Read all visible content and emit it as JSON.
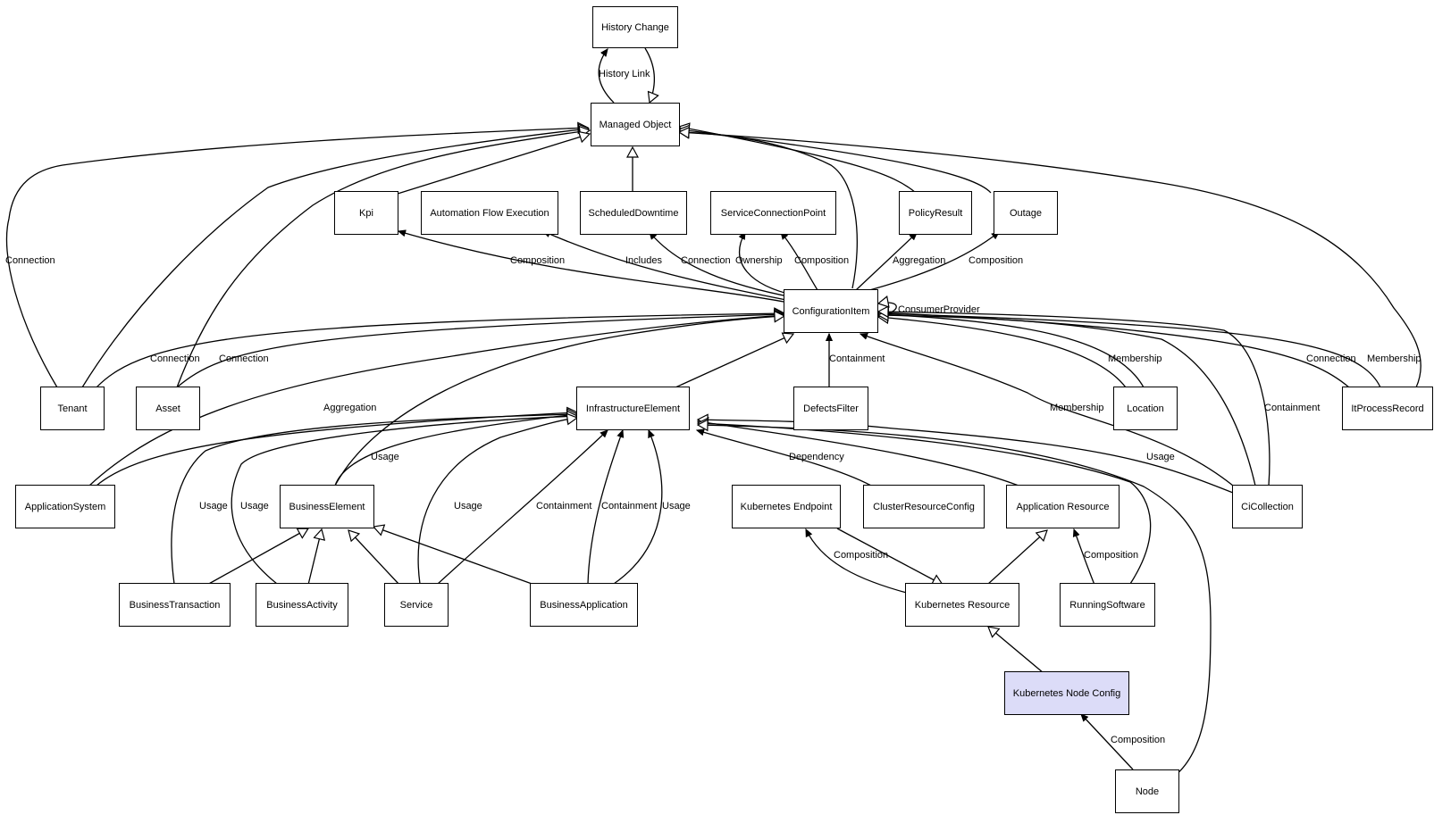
{
  "colors": {
    "highlight_fill": "#dcdcf8",
    "stroke": "#000000",
    "background": "#ffffff"
  },
  "nodes": {
    "history_change": "History Change",
    "managed_object": "Managed Object",
    "kpi": "Kpi",
    "automation_flow_execution": "Automation Flow Execution",
    "scheduled_downtime": "ScheduledDowntime",
    "service_connection_point": "ServiceConnectionPoint",
    "policy_result": "PolicyResult",
    "outage": "Outage",
    "configuration_item": "ConfigurationItem",
    "tenant": "Tenant",
    "asset": "Asset",
    "infrastructure_element": "InfrastructureElement",
    "defects_filter": "DefectsFilter",
    "location": "Location",
    "it_process_record": "ItProcessRecord",
    "application_system": "ApplicationSystem",
    "business_element": "BusinessElement",
    "kubernetes_endpoint": "Kubernetes Endpoint",
    "cluster_resource_config": "ClusterResourceConfig",
    "application_resource": "Application Resource",
    "ci_collection": "CiCollection",
    "business_transaction": "BusinessTransaction",
    "business_activity": "BusinessActivity",
    "service": "Service",
    "business_application": "BusinessApplication",
    "kubernetes_resource": "Kubernetes Resource",
    "running_software": "RunningSoftware",
    "kubernetes_node_config": "Kubernetes Node Config",
    "node": "Node"
  },
  "edge_labels": {
    "history_link": "History Link",
    "tenant_connection_mo": "Connection",
    "kpi_composition": "Composition",
    "afe_includes": "Includes",
    "sd_connection": "Connection",
    "scp_ownership": "Ownership",
    "scp_composition": "Composition",
    "pr_aggregation": "Aggregation",
    "outage_composition": "Composition",
    "consumer_provider": "ConsumerProvider",
    "tenant_connection_ci": "Connection",
    "asset_connection_ci": "Connection",
    "aggregation_appsys": "Aggregation",
    "containment_defects": "Containment",
    "location_membership": "Membership",
    "itpr_connection": "Connection",
    "itpr_membership": "Membership",
    "cicoll_membership": "Membership",
    "cicoll_containment": "Containment",
    "be_usage": "Usage",
    "dependency": "Dependency",
    "cicoll_usage": "Usage",
    "bt_usage": "Usage",
    "ba_usage": "Usage",
    "service_usage": "Usage",
    "service_containment": "Containment",
    "bapp_containment": "Containment",
    "bapp_usage": "Usage",
    "ke_composition": "Composition",
    "rs_composition": "Composition",
    "node_composition": "Composition"
  }
}
